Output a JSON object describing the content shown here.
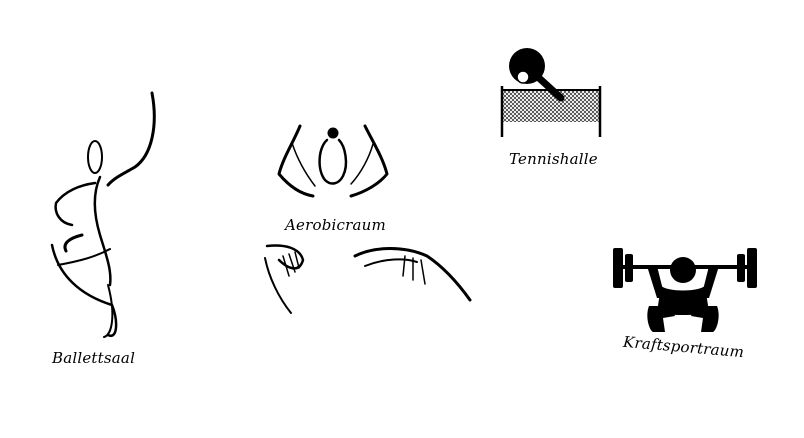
{
  "rooms": {
    "ballet": {
      "label": "Ballettsaal",
      "icon": "ballet-dancer-icon"
    },
    "aerobic": {
      "label": "Aerobicraum",
      "icon": "aerobic-figure-icon"
    },
    "tennis": {
      "label": "Tennishalle",
      "icon": "table-tennis-icon"
    },
    "kraft": {
      "label": "Kraftsportraum",
      "icon": "weightlifter-icon"
    }
  },
  "colors": {
    "ink": "#000000",
    "background": "#ffffff"
  }
}
